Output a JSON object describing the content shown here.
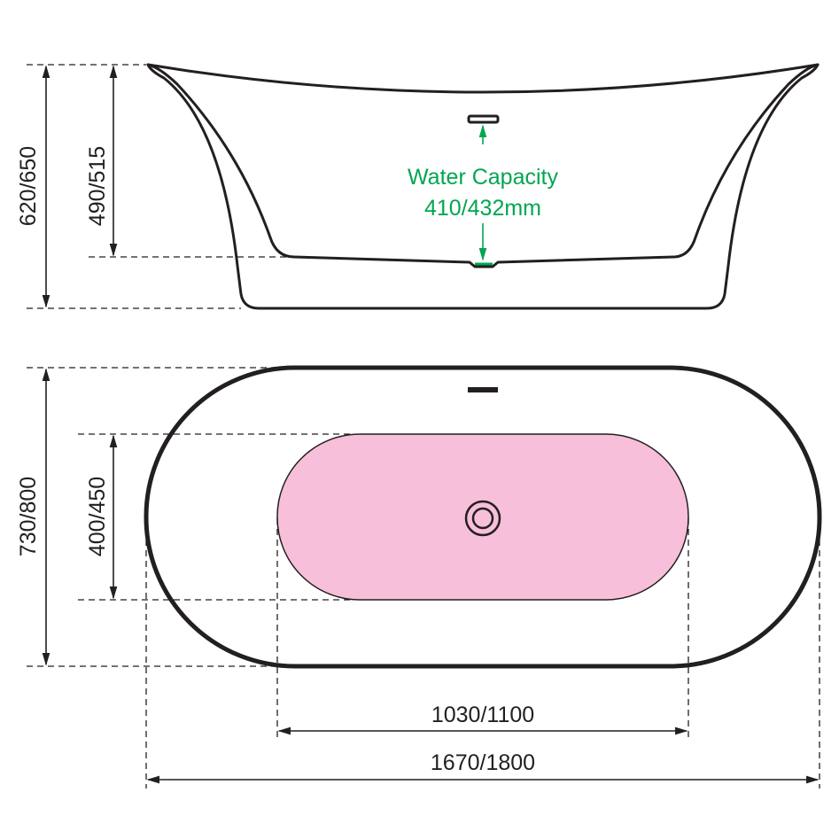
{
  "side_view": {
    "overall_height": "620/650",
    "inner_depth": "490/515",
    "water_capacity_label": "Water Capacity",
    "water_capacity_value": "410/432mm"
  },
  "top_view": {
    "overall_width": "730/800",
    "inner_width": "400/450",
    "inner_length": "1030/1100",
    "overall_length": "1670/1800"
  },
  "colors": {
    "outline": "#231f20",
    "basin_fill": "#f7bfd9",
    "annotation": "#00a651"
  }
}
